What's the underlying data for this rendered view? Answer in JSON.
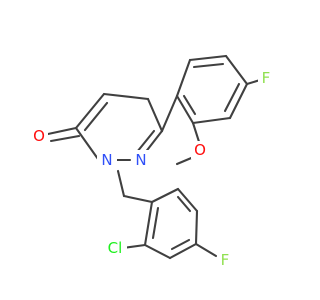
{
  "molecule": {
    "colors": {
      "bond": "#404040",
      "O": "#ff0d0d",
      "N": "#3050f8",
      "F": "#90e050",
      "Cl": "#1ff01f"
    },
    "atoms": {
      "O_carbonyl": "O",
      "N1": "N",
      "N2": "N",
      "F_top": "F",
      "O_methoxy": "O",
      "Cl": "Cl",
      "F_bottom": "F"
    }
  }
}
